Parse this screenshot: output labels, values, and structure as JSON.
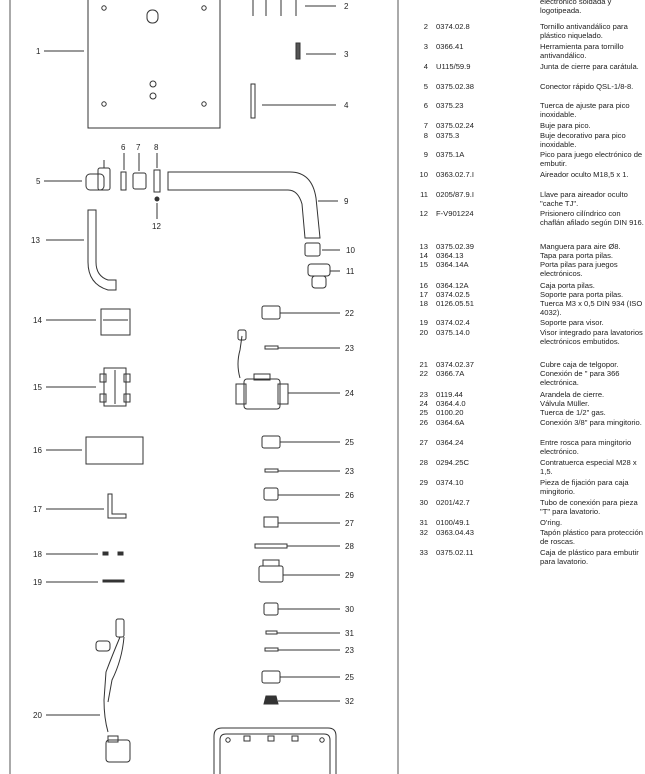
{
  "callouts": [
    "1",
    "2",
    "3",
    "4",
    "5",
    "6",
    "7",
    "8",
    "9",
    "10",
    "11",
    "12",
    "13",
    "14",
    "15",
    "16",
    "17",
    "18",
    "19",
    "20",
    "22",
    "23",
    "24",
    "25",
    "23",
    "26",
    "27",
    "28",
    "29",
    "30",
    "31",
    "23",
    "25",
    "32"
  ],
  "parts": [
    {
      "num": "",
      "code": "",
      "desc": "electrónico soldada y logotipeada."
    },
    {
      "num": "2",
      "code": "0374.02.8",
      "desc": "Tornillo antivandálico para plástico niquelado."
    },
    {
      "num": "3",
      "code": "0366.41",
      "desc": "Herramienta para tornillo antivandálico."
    },
    {
      "num": "4",
      "code": "U115/59.9",
      "desc": "Junta de cierre para carátula."
    },
    {
      "num": "5",
      "code": "0375.02.38",
      "desc": "Conector rápido QSL-1/8-8."
    },
    {
      "num": "6",
      "code": "0375.23",
      "desc": "Tuerca de ajuste para pico inoxidable."
    },
    {
      "num": "7",
      "code": "0375.02.24",
      "desc": "Buje para pico."
    },
    {
      "num": "8",
      "code": "0375.3",
      "desc": "Buje decorativo para pico inoxidable."
    },
    {
      "num": "9",
      "code": "0375.1A",
      "desc": "Pico para juego electrónico de embutir."
    },
    {
      "num": "10",
      "code": "0363.02.7.I",
      "desc": "Aireador oculto M18,5 x 1."
    },
    {
      "num": "11",
      "code": "0205/87.9.I",
      "desc": "Llave para aireador oculto \"cache TJ\"."
    },
    {
      "num": "12",
      "code": "F-V901224",
      "desc": "Prisionero cilíndrico con chaflán afilado según DIN 916."
    },
    {
      "num": "13",
      "code": "0375.02.39",
      "desc": "Manguera para aire Ø8."
    },
    {
      "num": "14",
      "code": "0364.13",
      "desc": "Tapa para porta pilas."
    },
    {
      "num": "15",
      "code": "0364.14A",
      "desc": "Porta pilas para juegos electrónicos."
    },
    {
      "num": "16",
      "code": "0364.12A",
      "desc": "Caja porta pilas."
    },
    {
      "num": "17",
      "code": "0374.02.5",
      "desc": "Soporte para porta pilas."
    },
    {
      "num": "18",
      "code": "0126.05.51",
      "desc": "Tuerca M3 x 0,5 DIN 934 (ISO 4032)."
    },
    {
      "num": "19",
      "code": "0374.02.4",
      "desc": "Soporte para visor."
    },
    {
      "num": "20",
      "code": "0375.14.0",
      "desc": "Visor integrado para lavatorios electrónicos embutidos."
    },
    {
      "num": "21",
      "code": "0374.02.37",
      "desc": "Cubre caja de telgopor."
    },
    {
      "num": "22",
      "code": "0366.7A",
      "desc": "Conexión de \" para 366 electrónica."
    },
    {
      "num": "23",
      "code": "0119.44",
      "desc": "Arandela de cierre."
    },
    {
      "num": "24",
      "code": "0364.4.0",
      "desc": "Válvula Müller."
    },
    {
      "num": "25",
      "code": "0100.20",
      "desc": "Tuerca de 1/2\" gas."
    },
    {
      "num": "26",
      "code": "0364.6A",
      "desc": "Conexión 3/8\" para mingitorio."
    },
    {
      "num": "27",
      "code": "0364.24",
      "desc": "Entre rosca para mingitorio electrónico."
    },
    {
      "num": "28",
      "code": "0294.25C",
      "desc": "Contratuerca especial M28 x 1,5."
    },
    {
      "num": "29",
      "code": "0374.10",
      "desc": "Pieza de fijación para caja mingitorio."
    },
    {
      "num": "30",
      "code": "0201/42.7",
      "desc": "Tubo de conexión para pieza \"T\" para lavatorio."
    },
    {
      "num": "31",
      "code": "0100/49.1",
      "desc": "O'ring."
    },
    {
      "num": "32",
      "code": "0363.04.43",
      "desc": "Tapón plástico para protección de roscas."
    },
    {
      "num": "33",
      "code": "0375.02.11",
      "desc": "Caja de plástico para embutir para lavatorio."
    }
  ]
}
